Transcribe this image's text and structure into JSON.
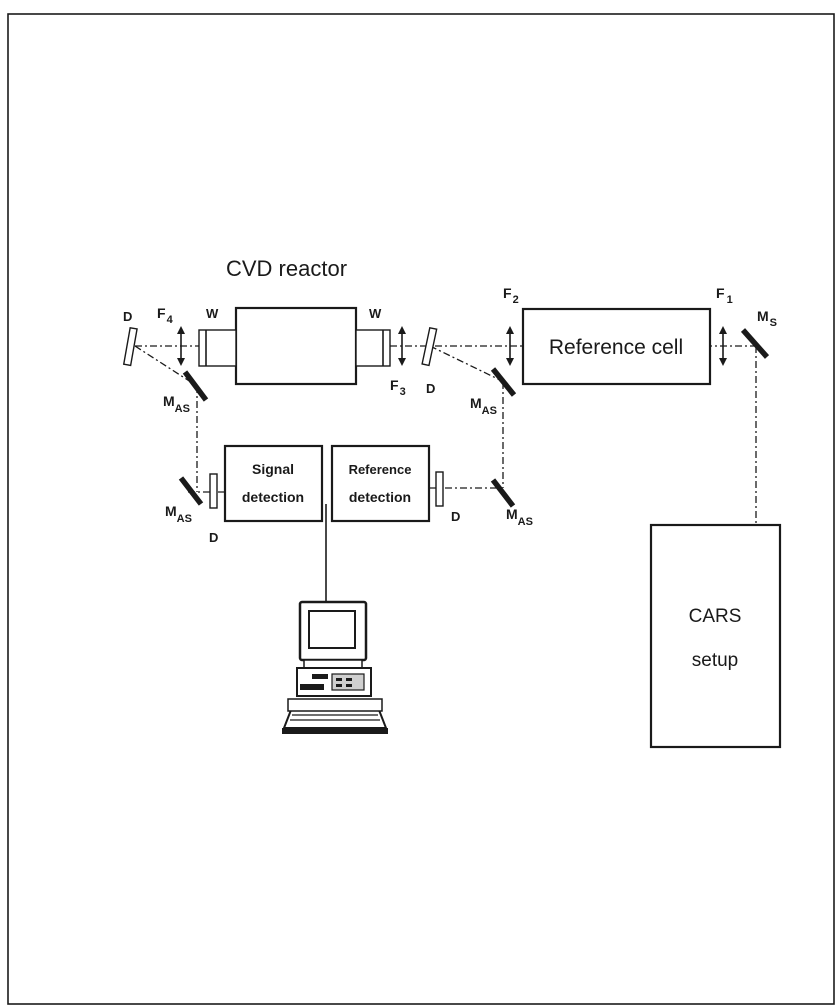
{
  "title": "CVD reactor",
  "boxes": {
    "reference_cell": "Reference cell",
    "signal_detection": [
      "Signal",
      "detection"
    ],
    "reference_detection": [
      "Reference",
      "detection"
    ],
    "cars_setup": [
      "CARS",
      "setup"
    ]
  },
  "labels": {
    "D": "D",
    "W": "W",
    "F": "F",
    "M": "M",
    "AS": "AS",
    "S": "S",
    "n1": "1",
    "n2": "2",
    "n3": "3",
    "n4": "4"
  }
}
